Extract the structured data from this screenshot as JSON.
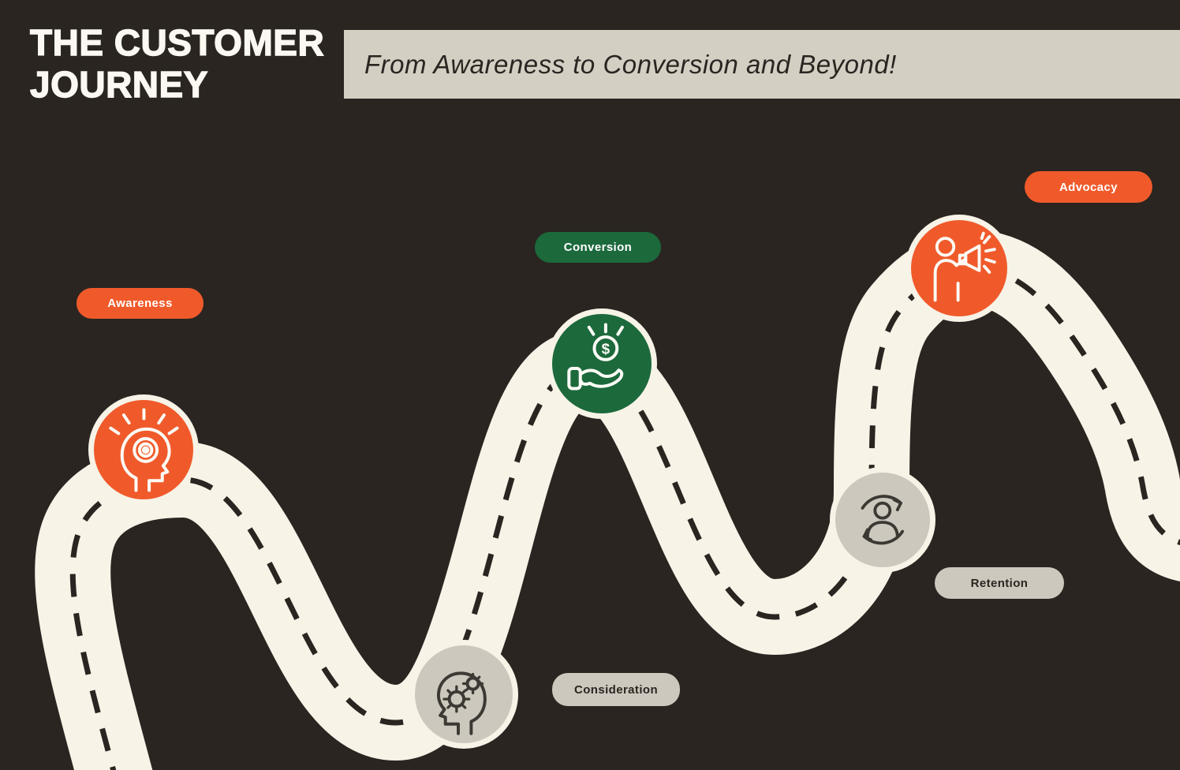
{
  "header": {
    "title_line1": "THE CUSTOMER",
    "title_line2": "JOURNEY",
    "subtitle": "From Awareness to Conversion and Beyond!"
  },
  "stages": [
    {
      "label": "Awareness",
      "badge_color": "#F05A2B",
      "text_color": "#FFFFFF",
      "icon": "head-idea-target-icon"
    },
    {
      "label": "Consideration",
      "badge_color": "#CCC8BD",
      "text_color": "#2A2521",
      "icon": "head-gears-icon"
    },
    {
      "label": "Conversion",
      "badge_color": "#1C693C",
      "text_color": "#FFFFFF",
      "icon": "hand-coin-icon",
      "coin_symbol": "$"
    },
    {
      "label": "Retention",
      "badge_color": "#CCC8BD",
      "text_color": "#2A2521",
      "icon": "person-loop-icon"
    },
    {
      "label": "Advocacy",
      "badge_color": "#F05A2B",
      "text_color": "#FFFFFF",
      "icon": "person-megaphone-icon"
    }
  ],
  "colors": {
    "background": "#2A2521",
    "road": "#F7F3E7",
    "road_dash": "#2A2521",
    "orange": "#F05A2B",
    "green": "#1C693C",
    "gray": "#CCC8BD",
    "subtitle_bar": "#D3CFC3",
    "title_text": "#FBF8F1"
  }
}
